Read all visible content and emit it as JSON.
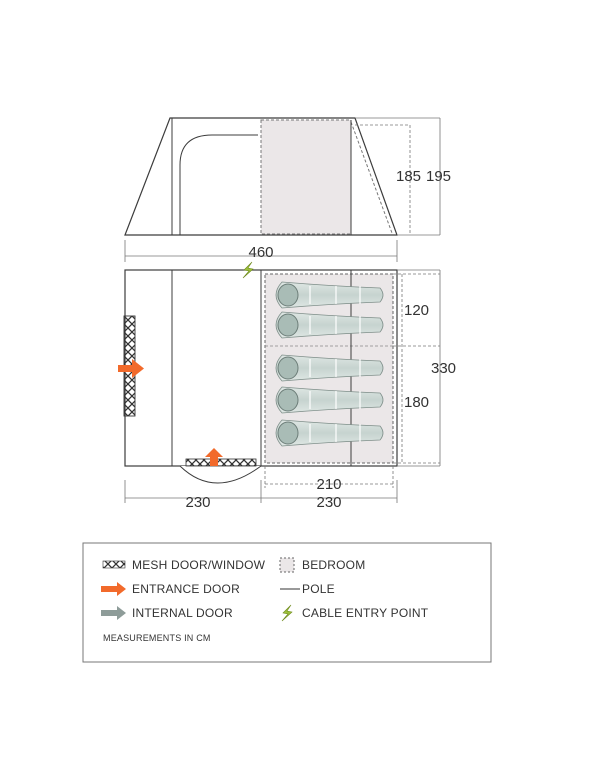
{
  "elevation": {
    "height_inner": "185",
    "height_outer": "195"
  },
  "plan": {
    "total_width": "460",
    "depth_total": "330",
    "bedroom_front": "120",
    "bedroom_rear": "180",
    "bedroom_width": "210",
    "living_width": "230",
    "inner_width": "230",
    "sleeping_bags": 5
  },
  "legend": {
    "mesh": "MESH DOOR/WINDOW",
    "entrance": "ENTRANCE DOOR",
    "internal": "INTERNAL DOOR",
    "bedroom": "BEDROOM",
    "pole": "POLE",
    "cable": "CABLE ENTRY POINT",
    "note": "MEASUREMENTS IN CM"
  },
  "colors": {
    "outline": "#3c3c3c",
    "bedroom_fill": "#ebe7e8",
    "bag_fill": "#cfd8d5",
    "bag_head": "#a9bcb6",
    "entrance_arrow": "#f26a2b",
    "internal_arrow": "#8e9c99",
    "cable_icon": "#9dc03a",
    "dim_line": "#777777"
  }
}
